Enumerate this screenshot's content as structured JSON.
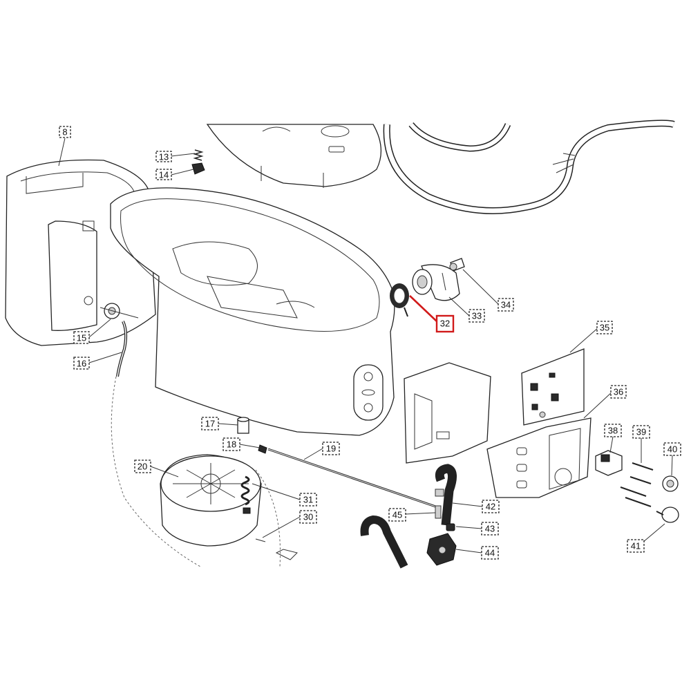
{
  "diagram": {
    "highlighted": "32",
    "accent_color": "#d11a1a",
    "callouts": [
      {
        "id": "8",
        "label": "8"
      },
      {
        "id": "13",
        "label": "13"
      },
      {
        "id": "14",
        "label": "14"
      },
      {
        "id": "15",
        "label": "15"
      },
      {
        "id": "16",
        "label": "16"
      },
      {
        "id": "17",
        "label": "17"
      },
      {
        "id": "18",
        "label": "18"
      },
      {
        "id": "19",
        "label": "19"
      },
      {
        "id": "20",
        "label": "20"
      },
      {
        "id": "30",
        "label": "30"
      },
      {
        "id": "31",
        "label": "31"
      },
      {
        "id": "32",
        "label": "32"
      },
      {
        "id": "33",
        "label": "33"
      },
      {
        "id": "34",
        "label": "34"
      },
      {
        "id": "35",
        "label": "35"
      },
      {
        "id": "36",
        "label": "36"
      },
      {
        "id": "38",
        "label": "38"
      },
      {
        "id": "39",
        "label": "39"
      },
      {
        "id": "40",
        "label": "40"
      },
      {
        "id": "41",
        "label": "41"
      },
      {
        "id": "42",
        "label": "42"
      },
      {
        "id": "43",
        "label": "43"
      },
      {
        "id": "44",
        "label": "44"
      },
      {
        "id": "45",
        "label": "45"
      }
    ]
  }
}
